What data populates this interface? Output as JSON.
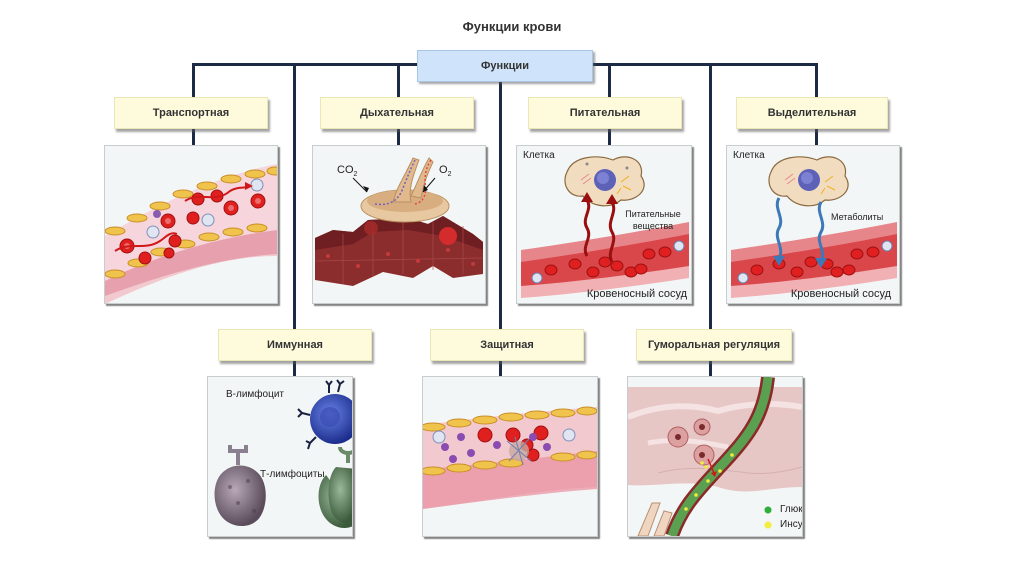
{
  "title": "Функции крови",
  "root": {
    "label": "Функции"
  },
  "functions_top": [
    {
      "label": "Транспортная",
      "illustration": "blood-vessel-transport"
    },
    {
      "label": "Дыхательная",
      "illustration": "alveolus-gas-exchange",
      "annotations": {
        "co2": "CO",
        "co2_sub": "2",
        "o2": "O",
        "o2_sub": "2"
      }
    },
    {
      "label": "Питательная",
      "illustration": "cell-nutrients",
      "annotations": {
        "cell": "Клетка",
        "nutrients_line1": "Питательные",
        "nutrients_line2": "вещества",
        "vessel": "Кровеносный сосуд"
      }
    },
    {
      "label": "Выделительная",
      "illustration": "cell-metabolites",
      "annotations": {
        "cell": "Клетка",
        "metabolites": "Метаболиты",
        "vessel": "Кровеносный сосуд"
      }
    }
  ],
  "functions_bottom": [
    {
      "label": "Иммунная",
      "illustration": "lymphocytes",
      "annotations": {
        "b_cell": "В-лимфоцит",
        "t_cells": "Т-лимфоциты"
      }
    },
    {
      "label": "Защитная",
      "illustration": "blood-clotting"
    },
    {
      "label": "Гуморальная регуляция",
      "illustration": "insulin-glucose",
      "annotations": {
        "glucose": "Глюкоза",
        "insulin": "Инсулин"
      }
    }
  ],
  "colors": {
    "connector": "#1c2a45",
    "root_fill": "#cfe4fb",
    "label_fill": "#fdfbdc",
    "blood_red": "#d81f1f",
    "vessel_pink": "#f1c2c8",
    "glucose_green": "#2fae3a",
    "insulin_yellow": "#f2ec3a"
  }
}
